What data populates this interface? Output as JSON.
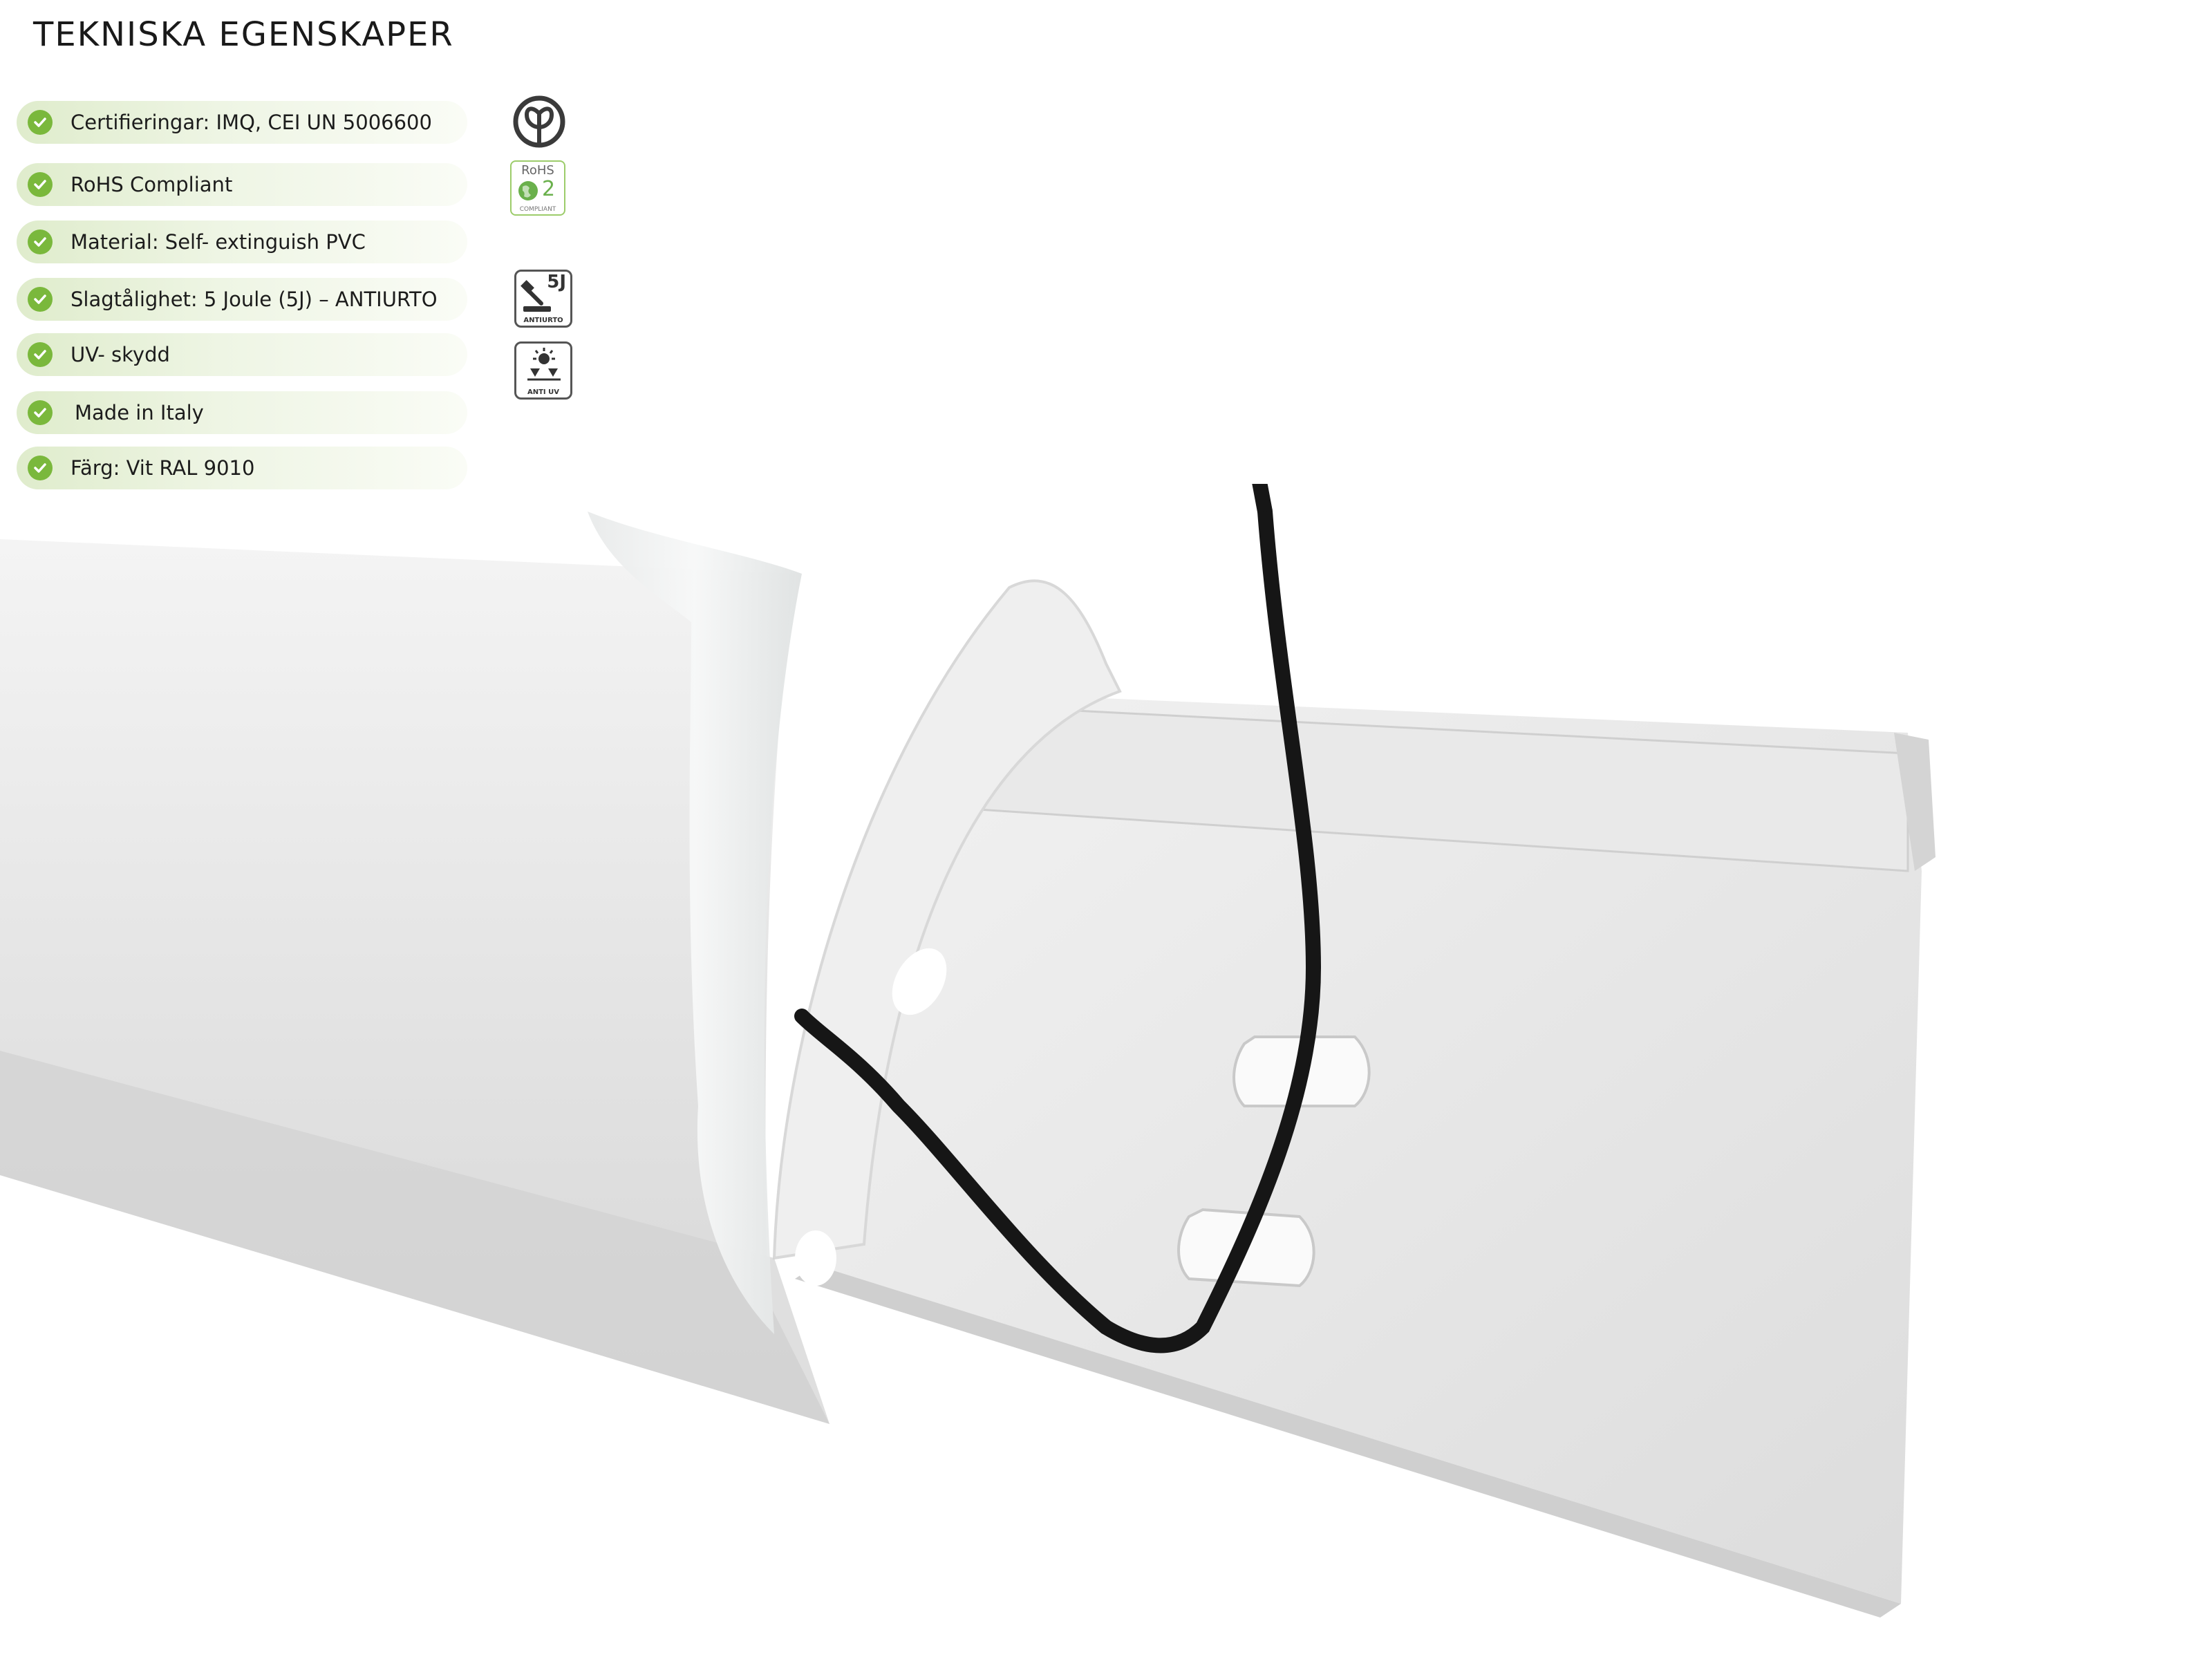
{
  "heading": "TEKNISKA EGENSKAPER",
  "features": [
    {
      "label": "Certifieringar: IMQ, CEI UN 5006600"
    },
    {
      "label": "RoHS Compliant"
    },
    {
      "label": "Material: Self- extinguish PVC"
    },
    {
      "label": "Slagtålighet: 5 Joule (5J) – ANTIURTO"
    },
    {
      "label": "UV- skydd"
    },
    {
      "label": "Made in Italy"
    },
    {
      "label": "Färg: Vit RAL 9010"
    }
  ],
  "badges": {
    "rohs": {
      "line1": "RoHS",
      "number": "2",
      "line3": "COMPLIANT"
    },
    "impact": {
      "value": "5J",
      "caption": "ANTIURTO"
    },
    "uv": {
      "caption": "ANTI UV"
    }
  },
  "colors": {
    "check": "#7ab83c",
    "pill": "#e6f0d8",
    "cable_tie": "#161616"
  }
}
